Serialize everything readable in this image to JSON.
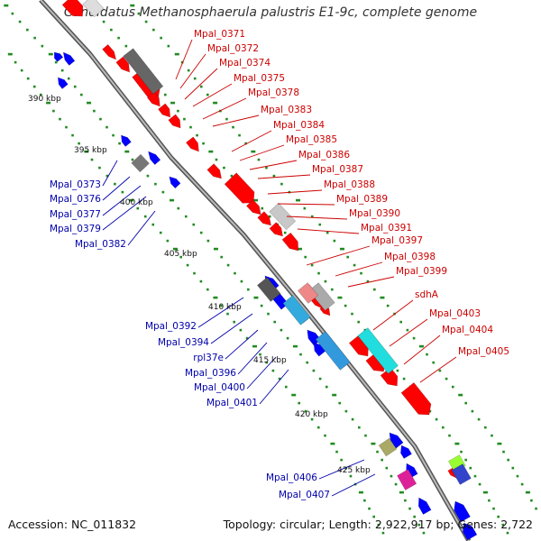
{
  "title": "Candidatus Methanosphaerula palustris E1-9c, complete genome",
  "footer": {
    "accession": "Accession: NC_011832",
    "stats": "Topology: circular; Length: 2,922,917 bp; Genes: 2,722"
  },
  "colors": {
    "forward_label": "#cc0000",
    "reverse_label": "#0000aa",
    "backbone": "#999999",
    "tick_dots": "#228b22",
    "forward_gene": "#ff0000",
    "reverse_gene": "#0000ff"
  },
  "scale_marks": [
    {
      "label": "390 kbp",
      "position_kbp": 390
    },
    {
      "label": "395 kbp",
      "position_kbp": 395
    },
    {
      "label": "400 kbp",
      "position_kbp": 400
    },
    {
      "label": "405 kbp",
      "position_kbp": 405
    },
    {
      "label": "410 kbp",
      "position_kbp": 410
    },
    {
      "label": "415 kbp",
      "position_kbp": 415
    },
    {
      "label": "420 kbp",
      "position_kbp": 420
    },
    {
      "label": "425 kbp",
      "position_kbp": 425
    }
  ],
  "forward_labels": [
    "Mpal_0371",
    "Mpal_0372",
    "Mpal_0374",
    "Mpal_0375",
    "Mpal_0378",
    "Mpal_0383",
    "Mpal_0384",
    "Mpal_0385",
    "Mpal_0386",
    "Mpal_0387",
    "Mpal_0388",
    "Mpal_0389",
    "Mpal_0390",
    "Mpal_0391",
    "Mpal_0397",
    "Mpal_0398",
    "Mpal_0399",
    "sdhA",
    "Mpal_0403",
    "Mpal_0404",
    "Mpal_0405"
  ],
  "reverse_labels": [
    "Mpal_0373",
    "Mpal_0376",
    "Mpal_0377",
    "Mpal_0379",
    "Mpal_0382",
    "Mpal_0392",
    "Mpal_0394",
    "rpl37e",
    "Mpal_0396",
    "Mpal_0400",
    "Mpal_0401",
    "Mpal_0406",
    "Mpal_0407"
  ]
}
